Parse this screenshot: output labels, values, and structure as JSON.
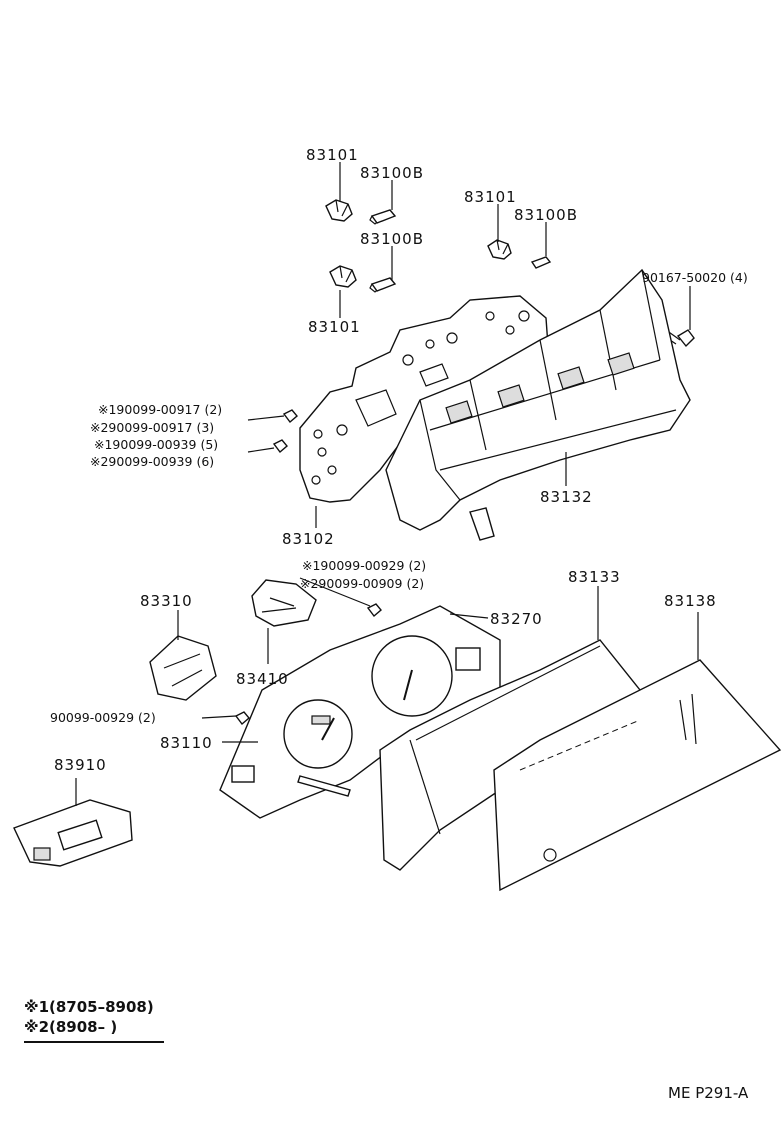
{
  "labels": {
    "p83101_a": "83101",
    "p83100b_a": "83100B",
    "p83100b_b": "83100B",
    "p83101_b": "83101",
    "p83101_c": "83101",
    "p83100b_c": "83100B",
    "p90167": "90167-50020 (4)",
    "n1": "※190099-00917 (2)",
    "n2": "※290099-00917 (3)",
    "n3": "※190099-00939 (5)",
    "n4": "※290099-00939 (6)",
    "p83132": "83132",
    "p83102": "83102",
    "n5": "※190099-00929 (2)",
    "n6": "※290099-00909 (2)",
    "p83133": "83133",
    "p83138": "83138",
    "p83310": "83310",
    "p83270": "83270",
    "p83410": "83410",
    "n7": "90099-00929 (2)",
    "p83110": "83110",
    "p83910": "83910"
  },
  "legend": {
    "line1": "※1(8705–8908)",
    "line2": "※2(8908–        )"
  },
  "page_code": "ME  P291-A"
}
